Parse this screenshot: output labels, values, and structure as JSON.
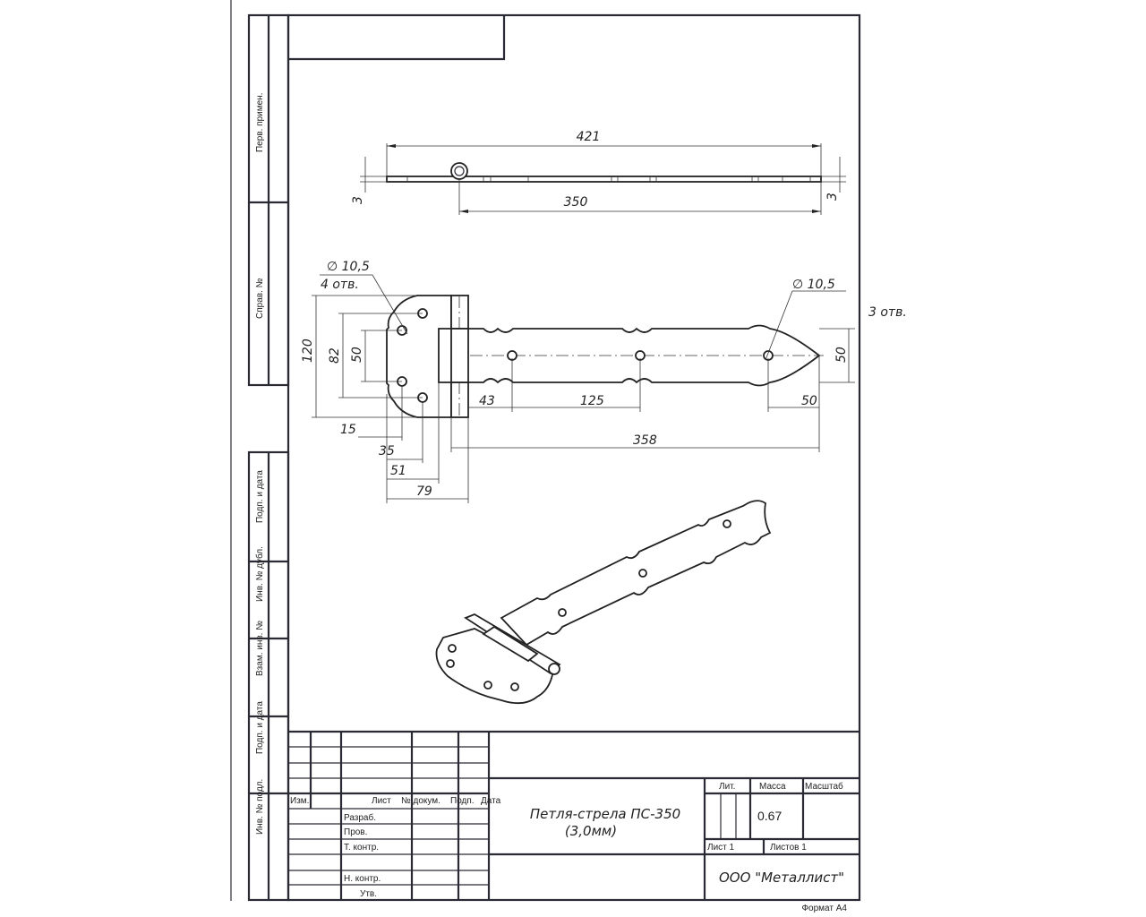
{
  "side_strip": {
    "perv_primen": "Перв. примен.",
    "sprav_no": "Справ. №",
    "podp_data_1": "Подп. и дата",
    "inv_dubl": "Инв. № дубл.",
    "vzam_inv": "Взам. инв. №",
    "podp_data_2": "Подп. и дата",
    "inv_podl": "Инв. № подл."
  },
  "top_view": {
    "overall_length": "421",
    "strap_length": "350",
    "thickness_left": "3",
    "thickness_right": "3"
  },
  "front_view": {
    "plate_holes_callout": "∅ 10,5",
    "plate_holes_count": "4 отв.",
    "strap_holes_callout": "∅ 10,5",
    "strap_holes_count": "3 отв.",
    "dim_plate_height": "120",
    "dim_outer_hole_spacing": "82",
    "dim_inner_hole_spacing": "50",
    "dim_strap_width": "50",
    "dim_first_hole": "43",
    "dim_hole_pitch": "125",
    "dim_tip": "50",
    "dim_strap_length": "358",
    "dim_15": "15",
    "dim_35": "35",
    "dim_51": "51",
    "dim_79": "79"
  },
  "title_block": {
    "izm": "Изм.",
    "list": "Лист",
    "no_dokum": "№ докум.",
    "podp": "Подп.",
    "data": "Дата",
    "razrab": "Разраб.",
    "prov": "Пров.",
    "t_kontr": "Т. контр.",
    "n_kontr": "Н. контр.",
    "utv": "Утв.",
    "title_line1": "Петля-стрела ПС-350",
    "title_line2": "(3,0мм)",
    "lit": "Лит.",
    "massa": "Масса",
    "masshtab": "Масштаб",
    "mass_value": "0.67",
    "sheet": "Лист 1",
    "sheets": "Листов 1",
    "company": "ООО \"Металлист\"",
    "format": "Формат А4"
  }
}
